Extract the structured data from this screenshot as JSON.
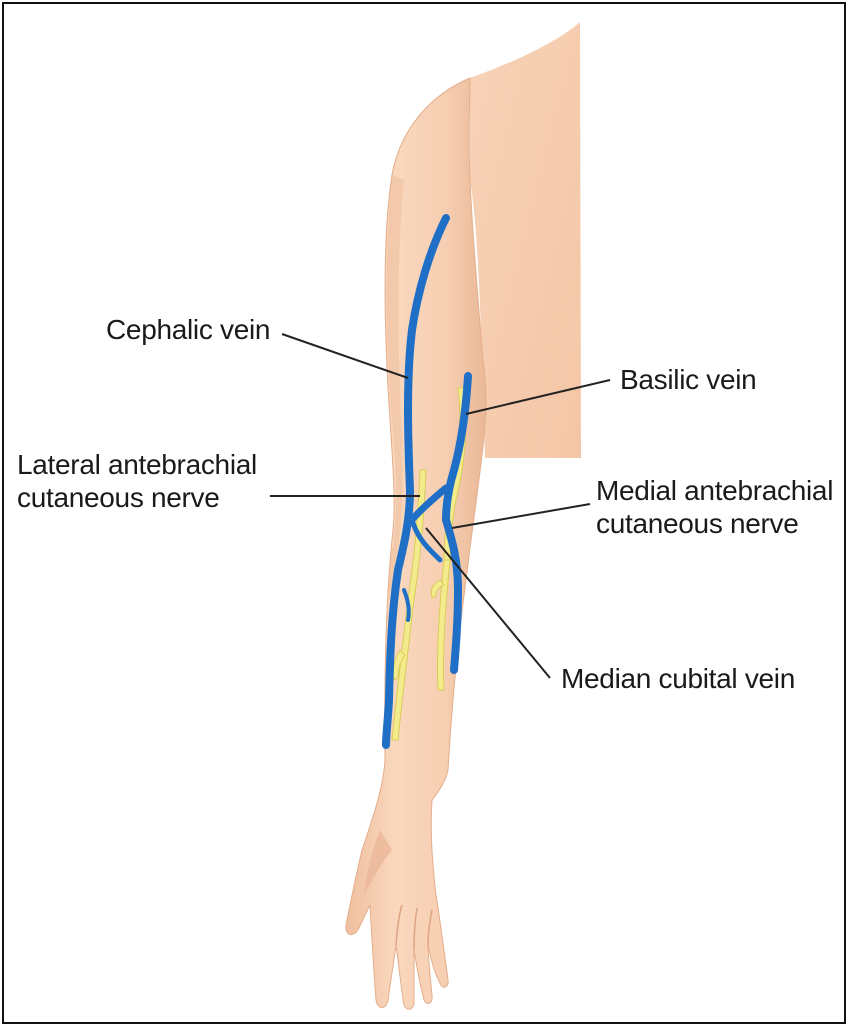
{
  "labels": {
    "cephalic_vein": "Cephalic vein",
    "basilic_vein": "Basilic vein",
    "lateral_nerve": [
      "Lateral antebrachial",
      "cutaneous nerve"
    ],
    "medial_nerve": [
      "Medial antebrachial",
      "cutaneous nerve"
    ],
    "median_cubital_vein": "Median cubital vein"
  },
  "colors": {
    "skin": "#f7d1b4",
    "skin_shadow": "#e8b596",
    "vein": "#1f6fc6",
    "nerve": "#f4ec8c",
    "leader_line": "#222222",
    "border": "#111111"
  }
}
